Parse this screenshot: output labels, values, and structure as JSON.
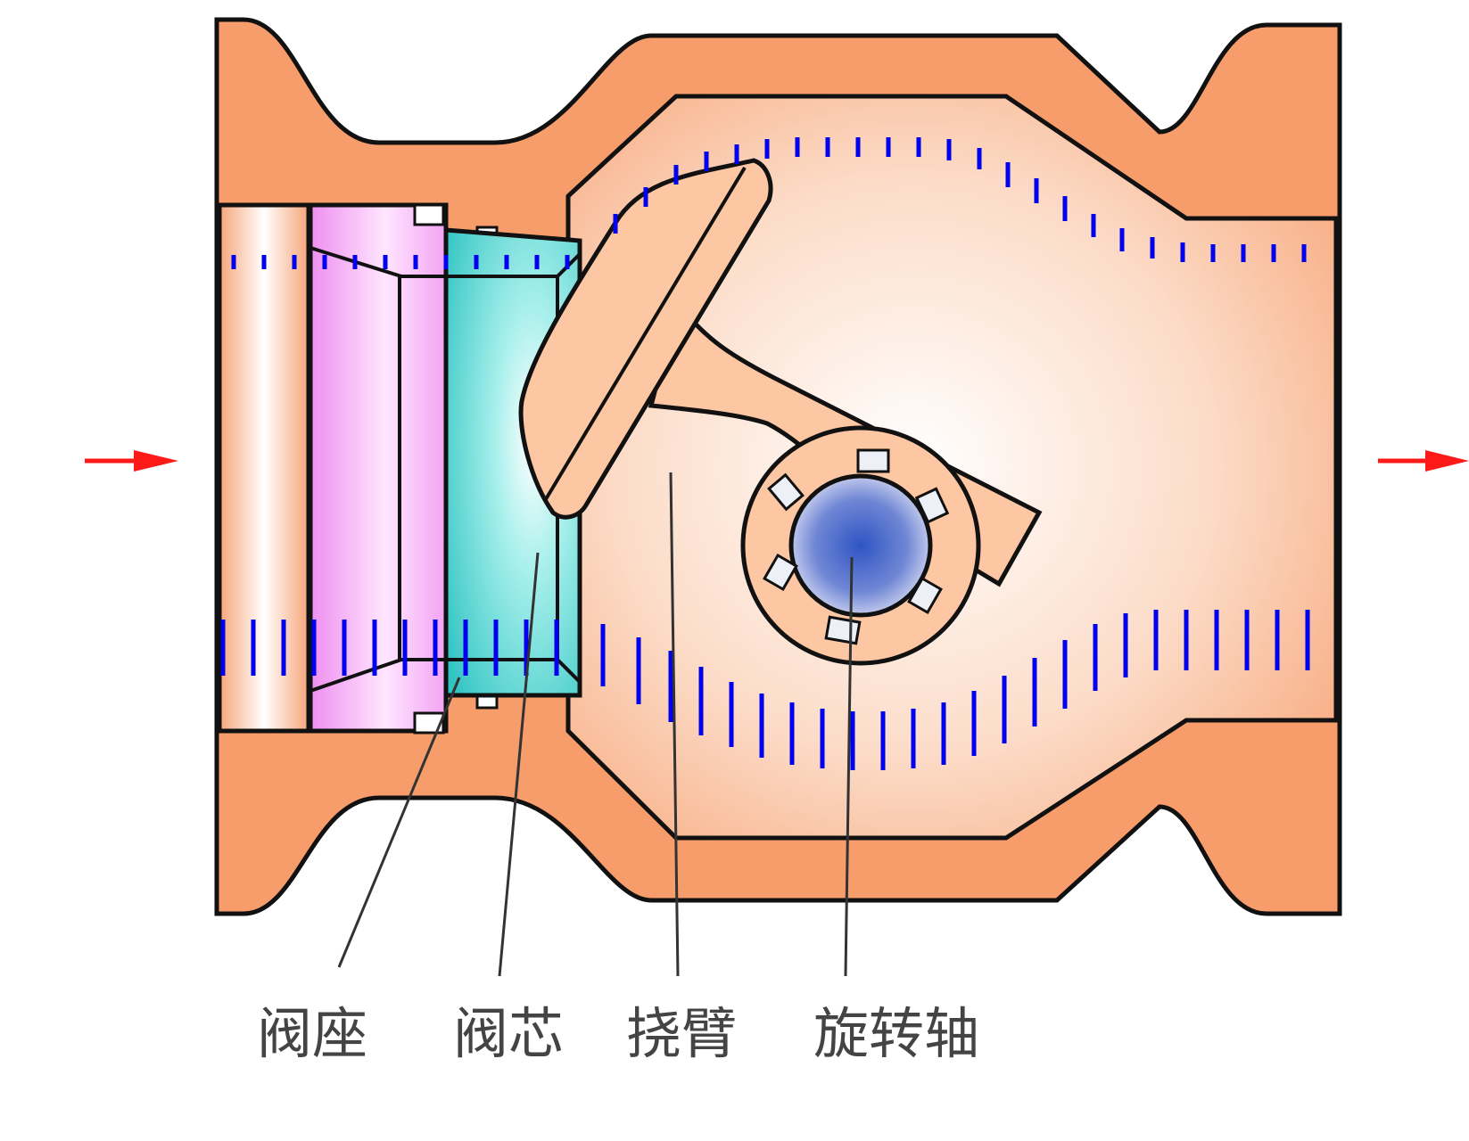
{
  "labels": {
    "valve_seat": "阀座",
    "valve_core": "阀芯",
    "swing_arm": "挠臂",
    "rotating_shaft": "旋转轴"
  },
  "colors": {
    "body": "#f79d6b",
    "body_inner": "#fbc7a8",
    "seat": "#f3a3f3",
    "core": "#3fd4d0",
    "disc": "#fdc7a3",
    "shaft": "#3a5fc0",
    "flow_arrow": "#ff1a1a",
    "streamline": "#0000ee",
    "outline": "#111111"
  },
  "icons": {
    "inlet": "arrow-right-icon",
    "outlet": "arrow-right-icon"
  }
}
